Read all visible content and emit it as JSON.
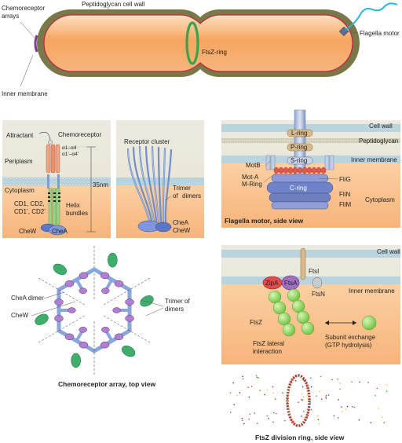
{
  "cell": {
    "chemoreceptor_arrays": [
      "Chemoreceptor",
      "arrays"
    ],
    "peptidoglycan": "Peptidoglycan cell wall",
    "flagella_motor": "Flagella motor",
    "ftsz_ring": "FtsZ-ring",
    "inner_membrane": "Inner membrane"
  },
  "chemo_side": {
    "attractant": "Attractant",
    "chemoreceptor": "Chemoreceptor",
    "periplasm": "Periplasm",
    "cytoplasm": "Cytoplasm",
    "alpha1": "α1–α4",
    "alpha2": "α1’–α4’",
    "nm": "35nm",
    "cd1": "CD1, CD2,",
    "cd2": "CD1’, CD2’",
    "helix": [
      "Helix",
      "bundles"
    ],
    "chew": "CheW",
    "chea": "CheA"
  },
  "receptor_cluster": {
    "title": "Receptor cluster",
    "trimer": [
      "Trimer",
      "of",
      "dimers"
    ],
    "chea": "CheA",
    "chew": "CheW"
  },
  "flagella": {
    "cell_wall": "Cell wall",
    "peptidoglycan": "Peptidoglycan",
    "inner_membrane": "Inner membrane",
    "cytoplasm": "Cytoplasm",
    "l_ring": "L-ring",
    "p_ring": "P-ring",
    "s_ring": "S-ring",
    "c_ring": "C-ring",
    "motb": "MotB",
    "mota": "Mot-A",
    "mring": "M-Ring",
    "flig": "FliG",
    "flin": "FliN",
    "flim": "FliM",
    "caption": "Flagella motor, side view"
  },
  "array_top": {
    "chea_dimer": "CheA dimer",
    "chew": "CheW",
    "trimer": [
      "Trimer of",
      "dimers"
    ],
    "caption": "Chemoreceptor array, top view"
  },
  "ftsz": {
    "cell_wall": "Cell wall",
    "ftsi": "FtsI",
    "zipa": "ZipA",
    "ftsa": "FtsA",
    "ftsn": "FtsN",
    "inner_membrane": "Inner membrane",
    "ftsz": "FtsZ",
    "lateral": [
      "FtsZ lateral",
      "interaction"
    ],
    "exchange": [
      "Subunit exchange",
      "(GTP hydrolysis)"
    ],
    "caption": "FtsZ division ring, side view"
  },
  "colors": {
    "cytoplasm": "#f5a463",
    "wall": "#7d7a4a",
    "green": "#3aa24a",
    "membrane": "#b4d2de",
    "blue": "#6f8fd8",
    "purple": "#a771c6"
  }
}
